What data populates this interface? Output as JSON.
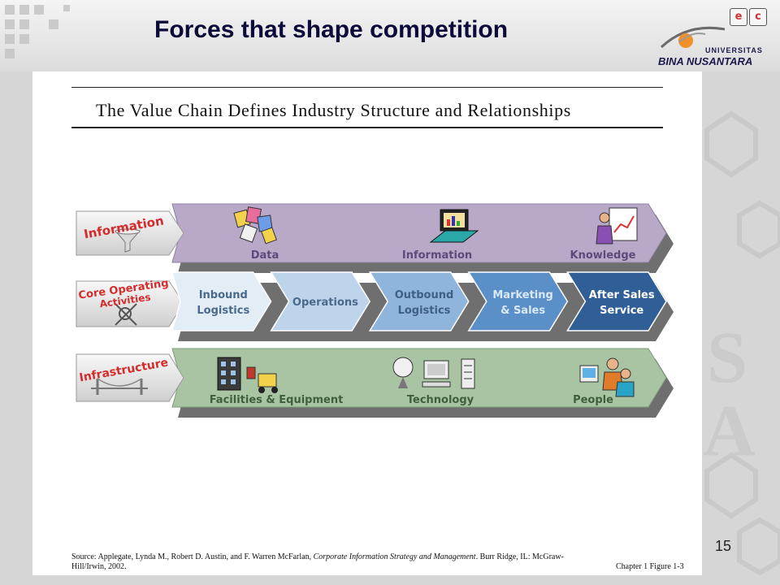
{
  "slide": {
    "title": "Forces that shape competition",
    "page_number": "15",
    "logo": {
      "line1": "UNIVERSITAS",
      "line2": "BINA NUSANTARA"
    }
  },
  "figure": {
    "title": "The Value Chain Defines Industry Structure and Relationships",
    "rows": [
      {
        "label": "Information",
        "icon": "funnel-icon",
        "color": "#b9a9c9",
        "items": [
          {
            "label": "Data",
            "icon": "data-papers-icon"
          },
          {
            "label": "Information",
            "icon": "laptop-chart-icon"
          },
          {
            "label": "Knowledge",
            "icon": "presenter-easel-icon"
          }
        ]
      },
      {
        "label_line1": "Core Operating",
        "label_line2": "Activities",
        "icon": "gears-icon",
        "steps": [
          {
            "line1": "Inbound",
            "line2": "Logistics",
            "color": "#e3edf6",
            "text_color": "#4a6a8c"
          },
          {
            "line1": "Operations",
            "line2": "",
            "color": "#bed4ea",
            "text_color": "#4a6a8c"
          },
          {
            "line1": "Outbound",
            "line2": "Logistics",
            "color": "#8fb5dc",
            "text_color": "#3f5f84"
          },
          {
            "line1": "Marketing",
            "line2": "& Sales",
            "color": "#5b8fc8",
            "text_color": "#dbe8f6"
          },
          {
            "line1": "After Sales",
            "line2": "Service",
            "color": "#2f5f96",
            "text_color": "#ffffff"
          }
        ]
      },
      {
        "label": "Infrastructure",
        "icon": "bridge-icon",
        "color": "#a8c4a3",
        "items": [
          {
            "label": "Facilities & Equipment",
            "icon": "building-forklift-icon"
          },
          {
            "label": "Technology",
            "icon": "satellite-computer-icon"
          },
          {
            "label": "People",
            "icon": "workers-computer-icon"
          }
        ]
      }
    ],
    "source_prefix": "Source: Applegate, Lynda M., Robert D. Austin, and F. Warren McFarlan,",
    "source_book": "Corporate Information Strategy and Management",
    "source_suffix": ". Burr Ridge, IL: McGraw-Hill/Irwin, 2002.",
    "figure_ref": "Chapter 1 Figure 1-3"
  },
  "colors": {
    "title_color": "#0b0b3a",
    "label_red": "#d42c2c",
    "row_text_purple": "#5c4a7a",
    "row_text_green": "#3f5e3c"
  }
}
